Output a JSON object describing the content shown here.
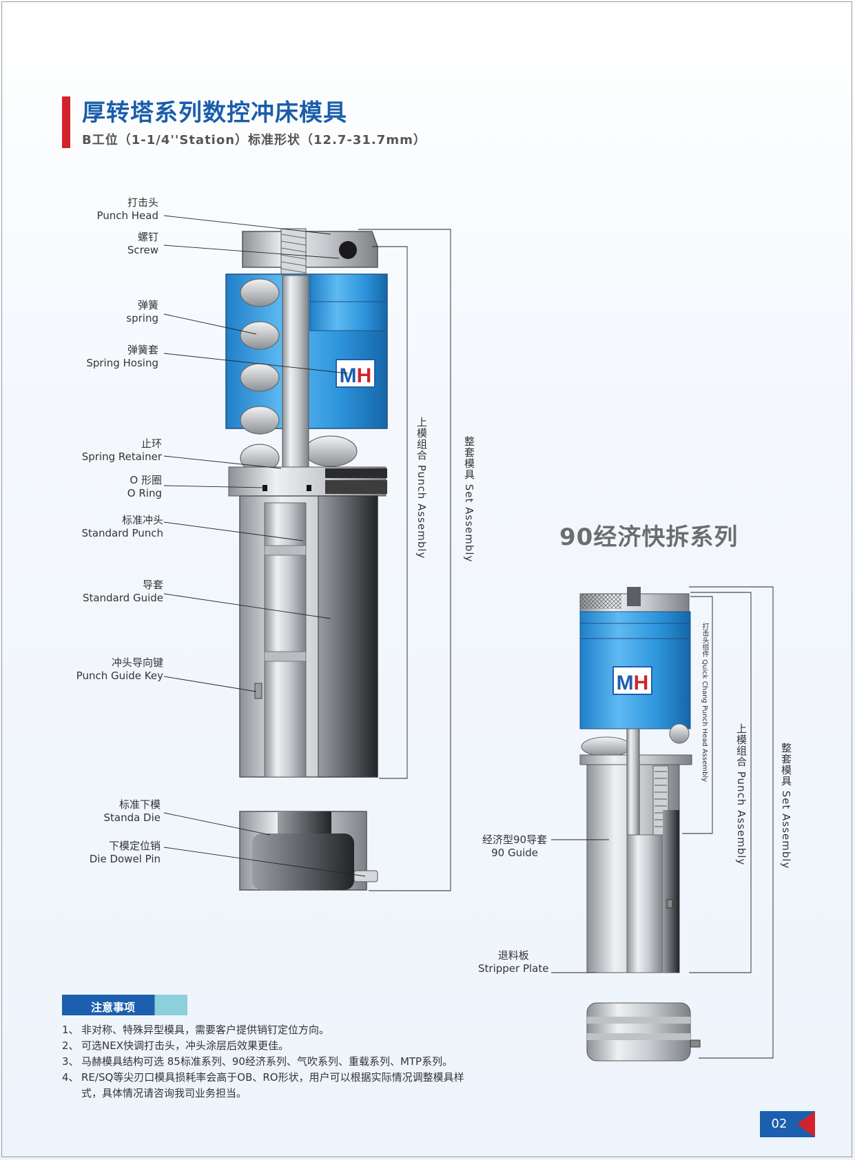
{
  "header": {
    "title": "厚转塔系列数控冲床模具",
    "subtitle": "B工位（1-1/4''Station）标准形状（12.7-31.7mm）"
  },
  "main_labels": [
    {
      "zh": "打击头",
      "en": "Punch Head"
    },
    {
      "zh": "螺钉",
      "en": "Screw"
    },
    {
      "zh": "弹簧",
      "en": "spring"
    },
    {
      "zh": "弹簧套",
      "en": "Spring Hosing"
    },
    {
      "zh": "止环",
      "en": "Spring Retainer"
    },
    {
      "zh": "O 形圈",
      "en": "O Ring"
    },
    {
      "zh": "标准冲头",
      "en": "Standard Punch"
    },
    {
      "zh": "导套",
      "en": "Standard Guide"
    },
    {
      "zh": "冲头导向键",
      "en": "Punch Guide Key"
    },
    {
      "zh": "标准下模",
      "en": "Standa Die"
    },
    {
      "zh": "下模定位销",
      "en": "Die Dowel Pin"
    }
  ],
  "main_brackets": {
    "punch_assembly": "上模组合   Punch Assembly",
    "set_assembly": "整套模具   Set Assembly"
  },
  "logo": "MH",
  "economy": {
    "title": "90经济快拆系列",
    "quick_head": "打击头组件 Quick Chang Punch Head Assembly",
    "punch_assembly": "上模组合   Punch Assembly",
    "set_assembly": "整套模具   Set Assembly",
    "guide": {
      "zh": "经济型90导套",
      "en": "90 Guide"
    },
    "stripper": {
      "zh": "退料板",
      "en": "Stripper Plate"
    }
  },
  "notes": {
    "heading": "注意事项",
    "items": [
      {
        "num": "1、",
        "text": "非对称、特殊异型模具，需要客户提供销钉定位方向。"
      },
      {
        "num": "2、",
        "text": "可选NEX快调打击头，冲头涂层后效果更佳。"
      },
      {
        "num": "3、",
        "text": "马赫模具结构可选 85标准系列、90经济系列、气吹系列、重载系列、MTP系列。"
      },
      {
        "num": "4、",
        "text": "RE/SQ等尖刃口模具损耗率会高于OB、RO形状，用户可以根据实际情况调整模具样式，具体情况请咨询我司业务担当。"
      }
    ]
  },
  "page_number": "02",
  "colors": {
    "brand_blue": "#1b5fae",
    "accent_red": "#d2232a",
    "spring_blue": "#2c98e0"
  }
}
